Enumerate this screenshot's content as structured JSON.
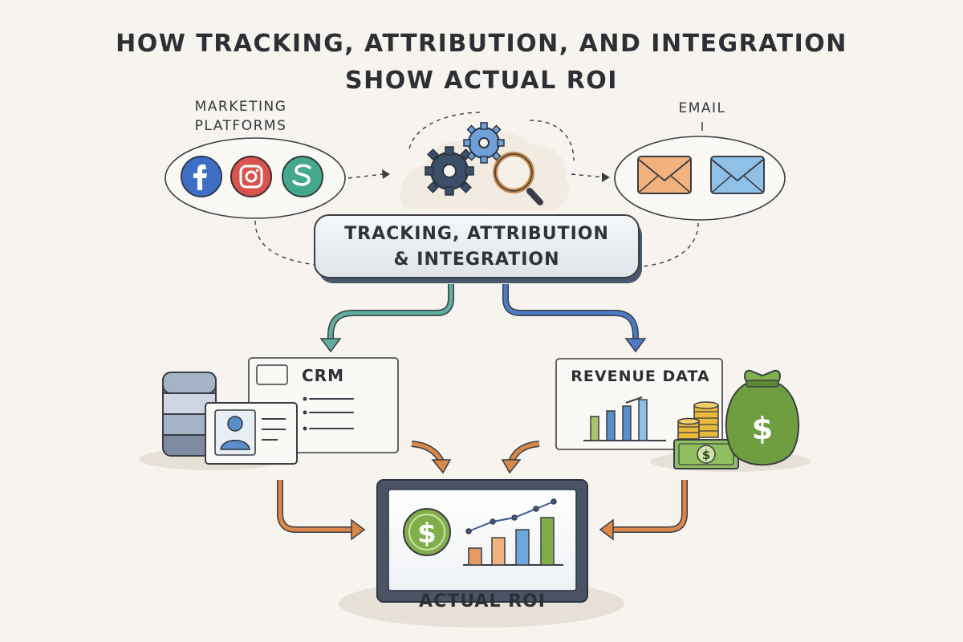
{
  "title": {
    "line1": "HOW TRACKING, ATTRIBUTION, AND INTEGRATION",
    "line2": "SHOW ACTUAL ROI"
  },
  "marketing": {
    "line1": "MARKETING",
    "line2": "PLATFORMS",
    "icons": [
      "facebook-icon",
      "instagram-icon",
      "s-logo-icon"
    ]
  },
  "email": {
    "label": "EMAIL",
    "icons": [
      "envelope-orange-icon",
      "envelope-blue-icon"
    ]
  },
  "hub": {
    "line1": "TRACKING, ATTRIBUTION",
    "line2": "& INTEGRATION",
    "icons": [
      "gear-icon",
      "magnifier-icon"
    ]
  },
  "crm": {
    "label": "CRM",
    "icons": [
      "database-icon",
      "contact-card-icon"
    ]
  },
  "revenue": {
    "label": "REVENUE DATA",
    "icons": [
      "bar-chart-icon",
      "coin-stack-icon",
      "money-bag-icon",
      "banknote-icon"
    ]
  },
  "roi": {
    "label": "ACTUAL ROI",
    "icons": [
      "laptop-icon",
      "dollar-coin-icon",
      "growth-chart-icon"
    ]
  },
  "colors": {
    "background": "#f7f3ee",
    "ink": "#2f3338",
    "teal_arrow": "#5fae9f",
    "blue_arrow": "#4d7cc7",
    "orange_arrow": "#d9884a",
    "money_green": "#6e9e3f"
  }
}
